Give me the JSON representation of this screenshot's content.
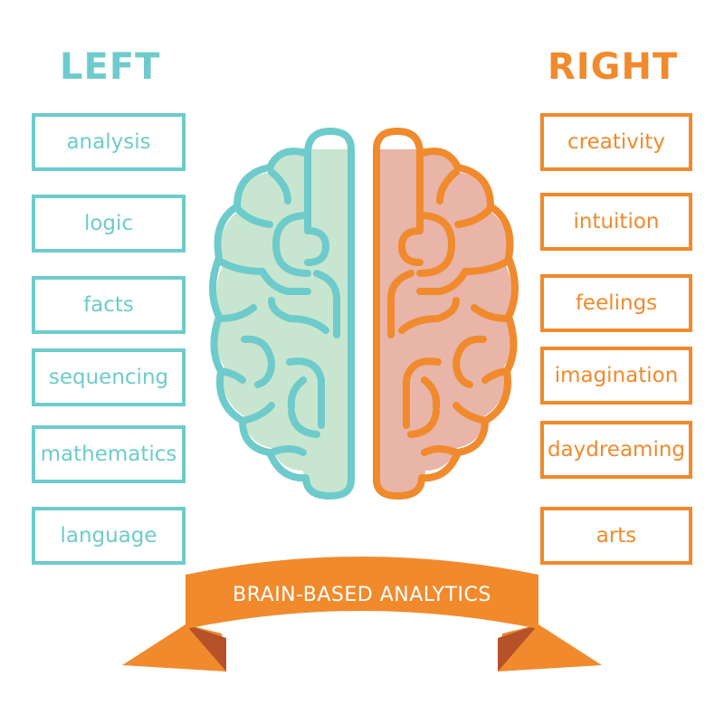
{
  "left": {
    "heading": "LEFT",
    "color": "#6ecbcc",
    "fill": "#c8e6cf",
    "items": [
      "analysis",
      "logic",
      "facts",
      "sequencing",
      "mathematics",
      "language"
    ]
  },
  "right": {
    "heading": "RIGHT",
    "color": "#f08a2c",
    "fill": "#e8b5a8",
    "items": [
      "creativity",
      "intuition",
      "feelings",
      "imagination",
      "daydreaming",
      "arts"
    ]
  },
  "banner": {
    "text": "BRAIN-BASED ANALYTICS",
    "color": "#f08a2c",
    "fold_color": "#b5522a"
  }
}
